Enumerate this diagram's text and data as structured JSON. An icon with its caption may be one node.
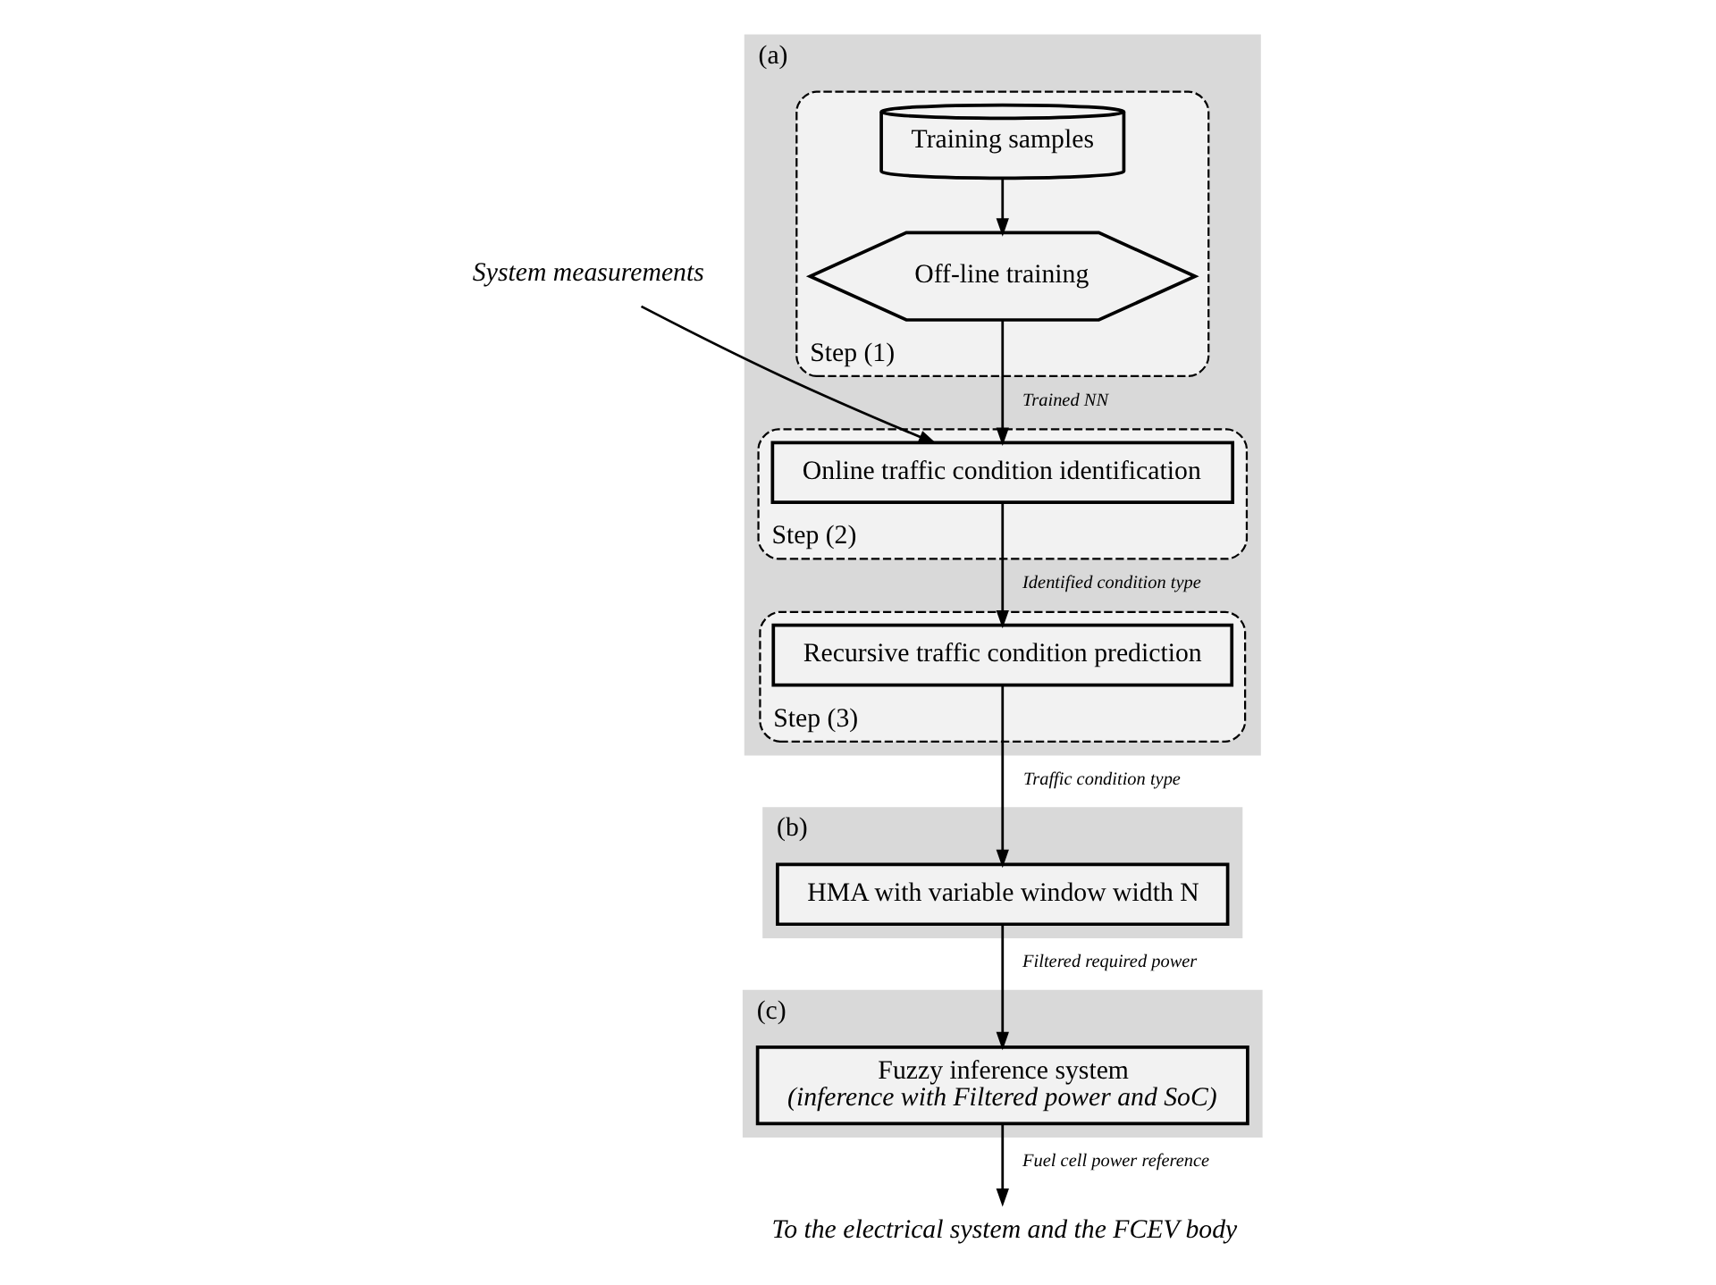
{
  "diagram": {
    "nodes": [
      {
        "text": [
          "(a)"
        ]
      },
      {
        "text": [
          "Step (1)"
        ],
        "in": 0
      },
      {
        "text": [
          "Off-line training"
        ],
        "in": 1
      },
      {
        "text": [
          "Training samples"
        ],
        "in": 1
      },
      {
        "text": [
          "Step (2)"
        ],
        "in": 0
      },
      {
        "text": [
          "Online traffic condition identification"
        ],
        "in": 4
      },
      {
        "text": [
          "Step (3)"
        ],
        "in": 0
      },
      {
        "text": [
          "Recursive traffic condition prediction"
        ],
        "in": 6
      },
      {
        "text": [
          "(b)"
        ]
      },
      {
        "text": [
          "HMA with variable window width N"
        ],
        "in": 8
      },
      {
        "text": [
          "(c)"
        ]
      },
      {
        "text": [
          "Fuzzy inference system",
          "(inference with Filtered power and SoC)"
        ],
        "in": 10
      },
      {
        "text": [
          "System measurements"
        ]
      },
      {
        "text": [
          "To the electrical system and the FCEV body"
        ]
      }
    ],
    "edges": [
      {
        "from": 3,
        "to": 2,
        "arrow": "to"
      },
      {
        "from": 2,
        "to": 5,
        "arrow": "to",
        "label": "Trained NN"
      },
      {
        "from": 12,
        "to": 5,
        "arrow": "to"
      },
      {
        "from": 5,
        "to": 7,
        "arrow": "to",
        "label": "Identified condition type"
      },
      {
        "from": 7,
        "to": 9,
        "arrow": "to",
        "label": "Traffic condition type"
      },
      {
        "from": 9,
        "to": 11,
        "arrow": "to",
        "label": "Filtered required power"
      },
      {
        "from": 11,
        "to": 13,
        "arrow": "to",
        "label": "Fuel cell power reference"
      }
    ]
  }
}
